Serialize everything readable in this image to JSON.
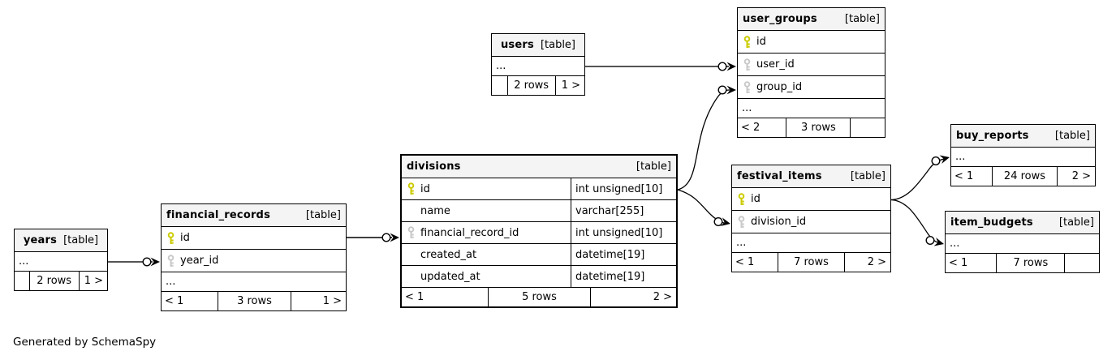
{
  "note": "Generated by SchemaSpy",
  "colors": {
    "primary_key": "#cbcb00",
    "foreign_key": "#c9c9c9",
    "header_bg": "#f4f4f4",
    "border": "#000000"
  },
  "tables": [
    {
      "id": "users",
      "name": "users",
      "badge": "[table]",
      "columns": [
        {
          "label": "...",
          "ellipsis": true
        }
      ],
      "footer": [
        "",
        "2 rows",
        "1 >"
      ]
    },
    {
      "id": "user_groups",
      "name": "user_groups",
      "badge": "[table]",
      "columns": [
        {
          "label": "id",
          "key": "pk"
        },
        {
          "label": "user_id",
          "key": "fk"
        },
        {
          "label": "group_id",
          "key": "fk"
        },
        {
          "label": "...",
          "ellipsis": true
        }
      ],
      "footer": [
        "< 2",
        "3 rows",
        ""
      ]
    },
    {
      "id": "buy_reports",
      "name": "buy_reports",
      "badge": "[table]",
      "columns": [
        {
          "label": "...",
          "ellipsis": true
        }
      ],
      "footer": [
        "< 1",
        "24 rows",
        "2 >"
      ]
    },
    {
      "id": "festival_items",
      "name": "festival_items",
      "badge": "[table]",
      "columns": [
        {
          "label": "id",
          "key": "pk"
        },
        {
          "label": "division_id",
          "key": "fk"
        },
        {
          "label": "...",
          "ellipsis": true
        }
      ],
      "footer": [
        "< 1",
        "7 rows",
        "2 >"
      ]
    },
    {
      "id": "item_budgets",
      "name": "item_budgets",
      "badge": "[table]",
      "columns": [
        {
          "label": "...",
          "ellipsis": true
        }
      ],
      "footer": [
        "< 1",
        "7 rows",
        ""
      ]
    },
    {
      "id": "divisions",
      "name": "divisions",
      "badge": "[table]",
      "columns": [
        {
          "label": "id",
          "key": "pk",
          "type": "int unsigned[10]"
        },
        {
          "label": "name",
          "type": "varchar[255]"
        },
        {
          "label": "financial_record_id",
          "key": "fk",
          "type": "int unsigned[10]"
        },
        {
          "label": "created_at",
          "type": "datetime[19]"
        },
        {
          "label": "updated_at",
          "type": "datetime[19]"
        }
      ],
      "footer": [
        "< 1",
        "5 rows",
        "2 >"
      ]
    },
    {
      "id": "financial_records",
      "name": "financial_records",
      "badge": "[table]",
      "columns": [
        {
          "label": "id",
          "key": "pk"
        },
        {
          "label": "year_id",
          "key": "fk"
        },
        {
          "label": "...",
          "ellipsis": true
        }
      ],
      "footer": [
        "< 1",
        "3 rows",
        "1 >"
      ]
    },
    {
      "id": "years",
      "name": "years",
      "badge": "[table]",
      "columns": [
        {
          "label": "...",
          "ellipsis": true
        }
      ],
      "footer": [
        "",
        "2 rows",
        "1 >"
      ]
    }
  ],
  "relationships": [
    {
      "parent": "users",
      "child": "user_groups",
      "child_column": "user_id"
    },
    {
      "parent": "divisions.id",
      "child": "user_groups",
      "child_column": "group_id"
    },
    {
      "parent": "divisions.id",
      "child": "festival_items",
      "child_column": "division_id"
    },
    {
      "parent": "festival_items.id",
      "child": "buy_reports"
    },
    {
      "parent": "festival_items.id",
      "child": "item_budgets"
    },
    {
      "parent": "years",
      "child": "financial_records",
      "child_column": "year_id"
    },
    {
      "parent": "financial_records.id",
      "child": "divisions",
      "child_column": "financial_record_id"
    }
  ]
}
